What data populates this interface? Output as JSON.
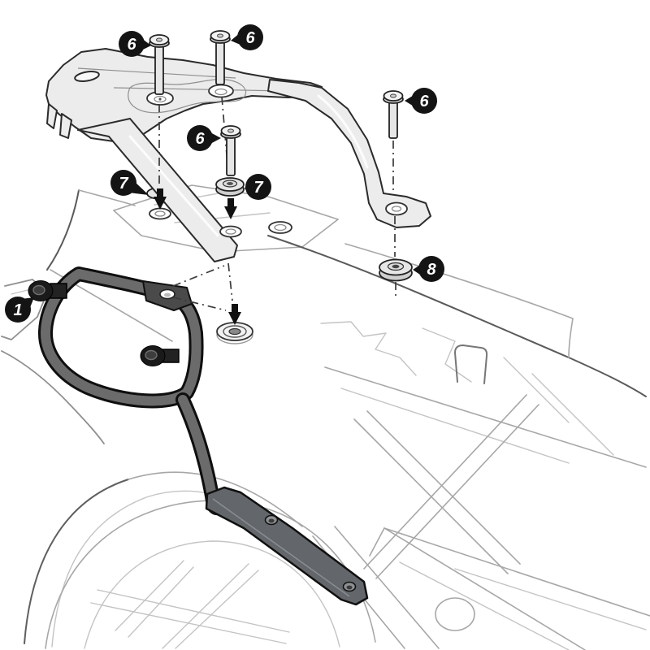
{
  "document": {
    "type": "exploded-view installation diagram",
    "subject": "motorcycle rear rack / top case mounting kit on motorcycle tail",
    "background_color": "#ffffff",
    "style": "black and white technical line drawing with numbered callouts"
  },
  "callouts": [
    {
      "label": "6",
      "part": "socket bolt",
      "points_to": "front-left bolt above rack plate"
    },
    {
      "label": "6",
      "part": "socket bolt",
      "points_to": "front-right bolt above rack plate"
    },
    {
      "label": "6",
      "part": "socket bolt",
      "points_to": "center bolt above washer"
    },
    {
      "label": "6",
      "part": "socket bolt",
      "points_to": "rear-right bolt above rack arm tab"
    },
    {
      "label": "7",
      "part": "washer",
      "points_to": "washer at left mounting hole"
    },
    {
      "label": "7",
      "part": "washer",
      "points_to": "washer under center bolt"
    },
    {
      "label": "8",
      "part": "spacer washer",
      "points_to": "spacer below rear-right arm tab"
    },
    {
      "label": "1",
      "part": "side bracket",
      "points_to": "black side-case bracket with knob bolts"
    }
  ],
  "colors": {
    "outline": "#2b2b2b",
    "rack_fill": "#ececec",
    "bracket_tube": "#6b6b6b",
    "bracket_outline": "#0f0f0f",
    "stay_fill": "#63676b",
    "bike_lines": "#a7a7a7",
    "callout_fill": "#141414",
    "callout_text": "#ffffff"
  }
}
